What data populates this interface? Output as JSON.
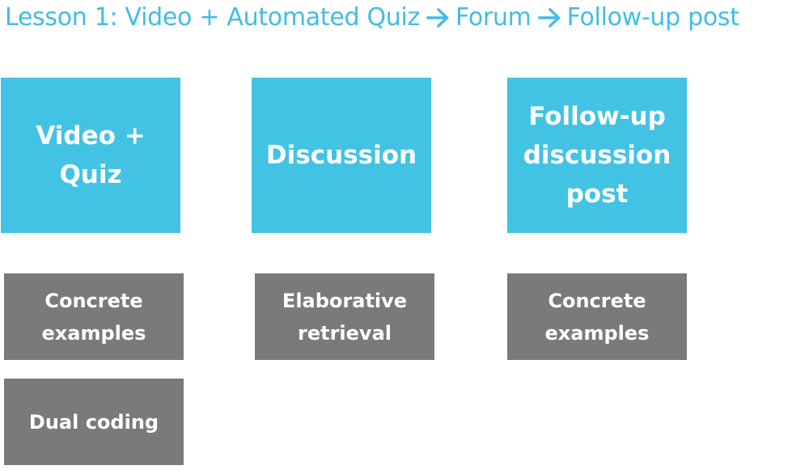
{
  "header": {
    "title_parts": [
      "Lesson 1: Video + Automated Quiz",
      "Forum",
      "Follow-up post"
    ],
    "separator_icon": "right-arrow-icon"
  },
  "activities": [
    {
      "label": "Video + Quiz"
    },
    {
      "label": "Discussion"
    },
    {
      "label": "Follow-up discussion post"
    }
  ],
  "strategies": [
    {
      "label": "Concrete examples"
    },
    {
      "label": "Elaborative retrieval"
    },
    {
      "label": "Concrete examples"
    },
    {
      "label": "Dual coding"
    }
  ],
  "colors": {
    "title": "#41bde3",
    "activity_box": "#43c3e3",
    "strategy_box": "#7a7a7a",
    "box_text": "#ffffff"
  }
}
